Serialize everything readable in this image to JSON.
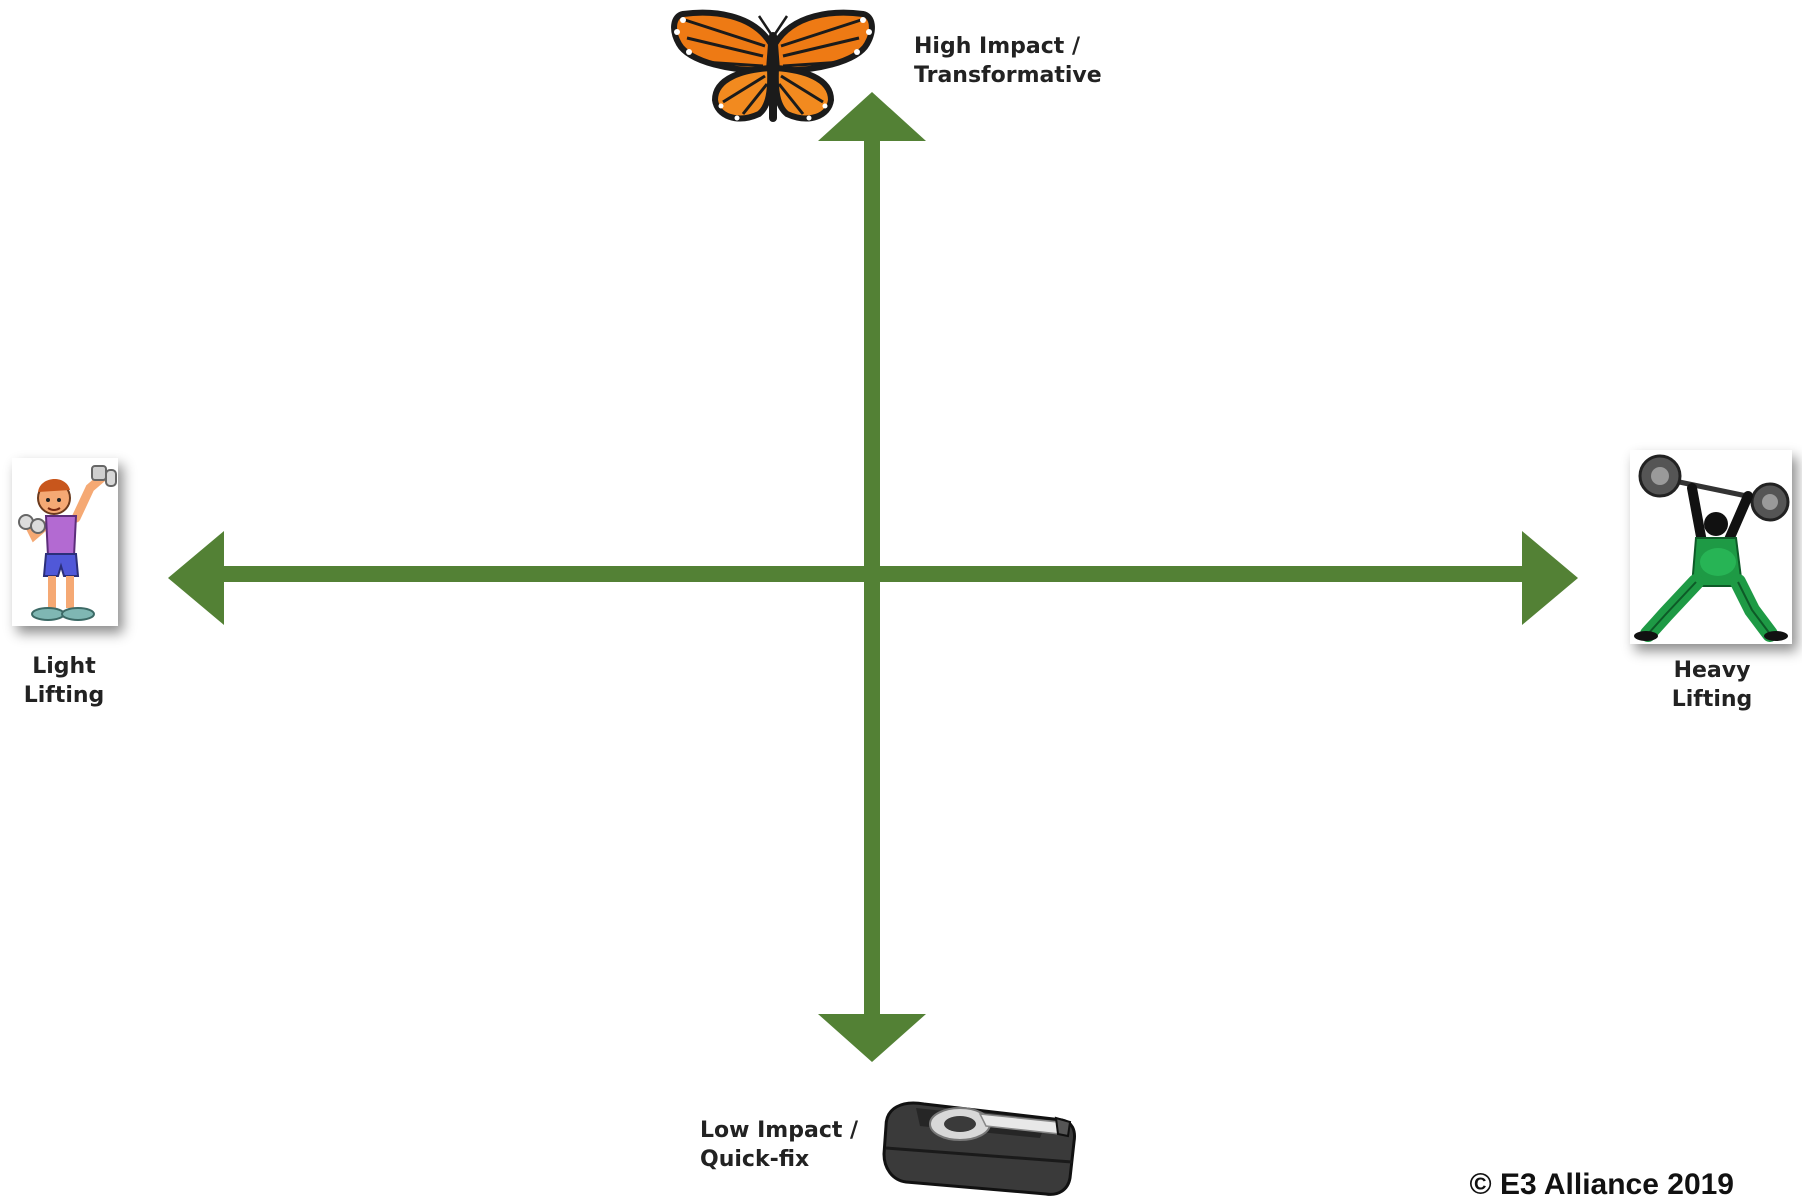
{
  "labels": {
    "top": [
      "High Impact /",
      "Transformative"
    ],
    "bottom": [
      "Low Impact /",
      "Quick-fix"
    ],
    "left": [
      "Light",
      "Lifting"
    ],
    "right": [
      "Heavy",
      "Lifting"
    ]
  },
  "copyright": "© E3 Alliance 2019",
  "colors": {
    "axis": "#538135",
    "butterfly_wing": "#ee7a14",
    "weightlifter": "#1e9a45"
  },
  "icons": {
    "top": "butterfly-icon",
    "bottom": "tape-dispenser-icon",
    "left": "light-weights-person-icon",
    "right": "weightlifter-icon"
  }
}
